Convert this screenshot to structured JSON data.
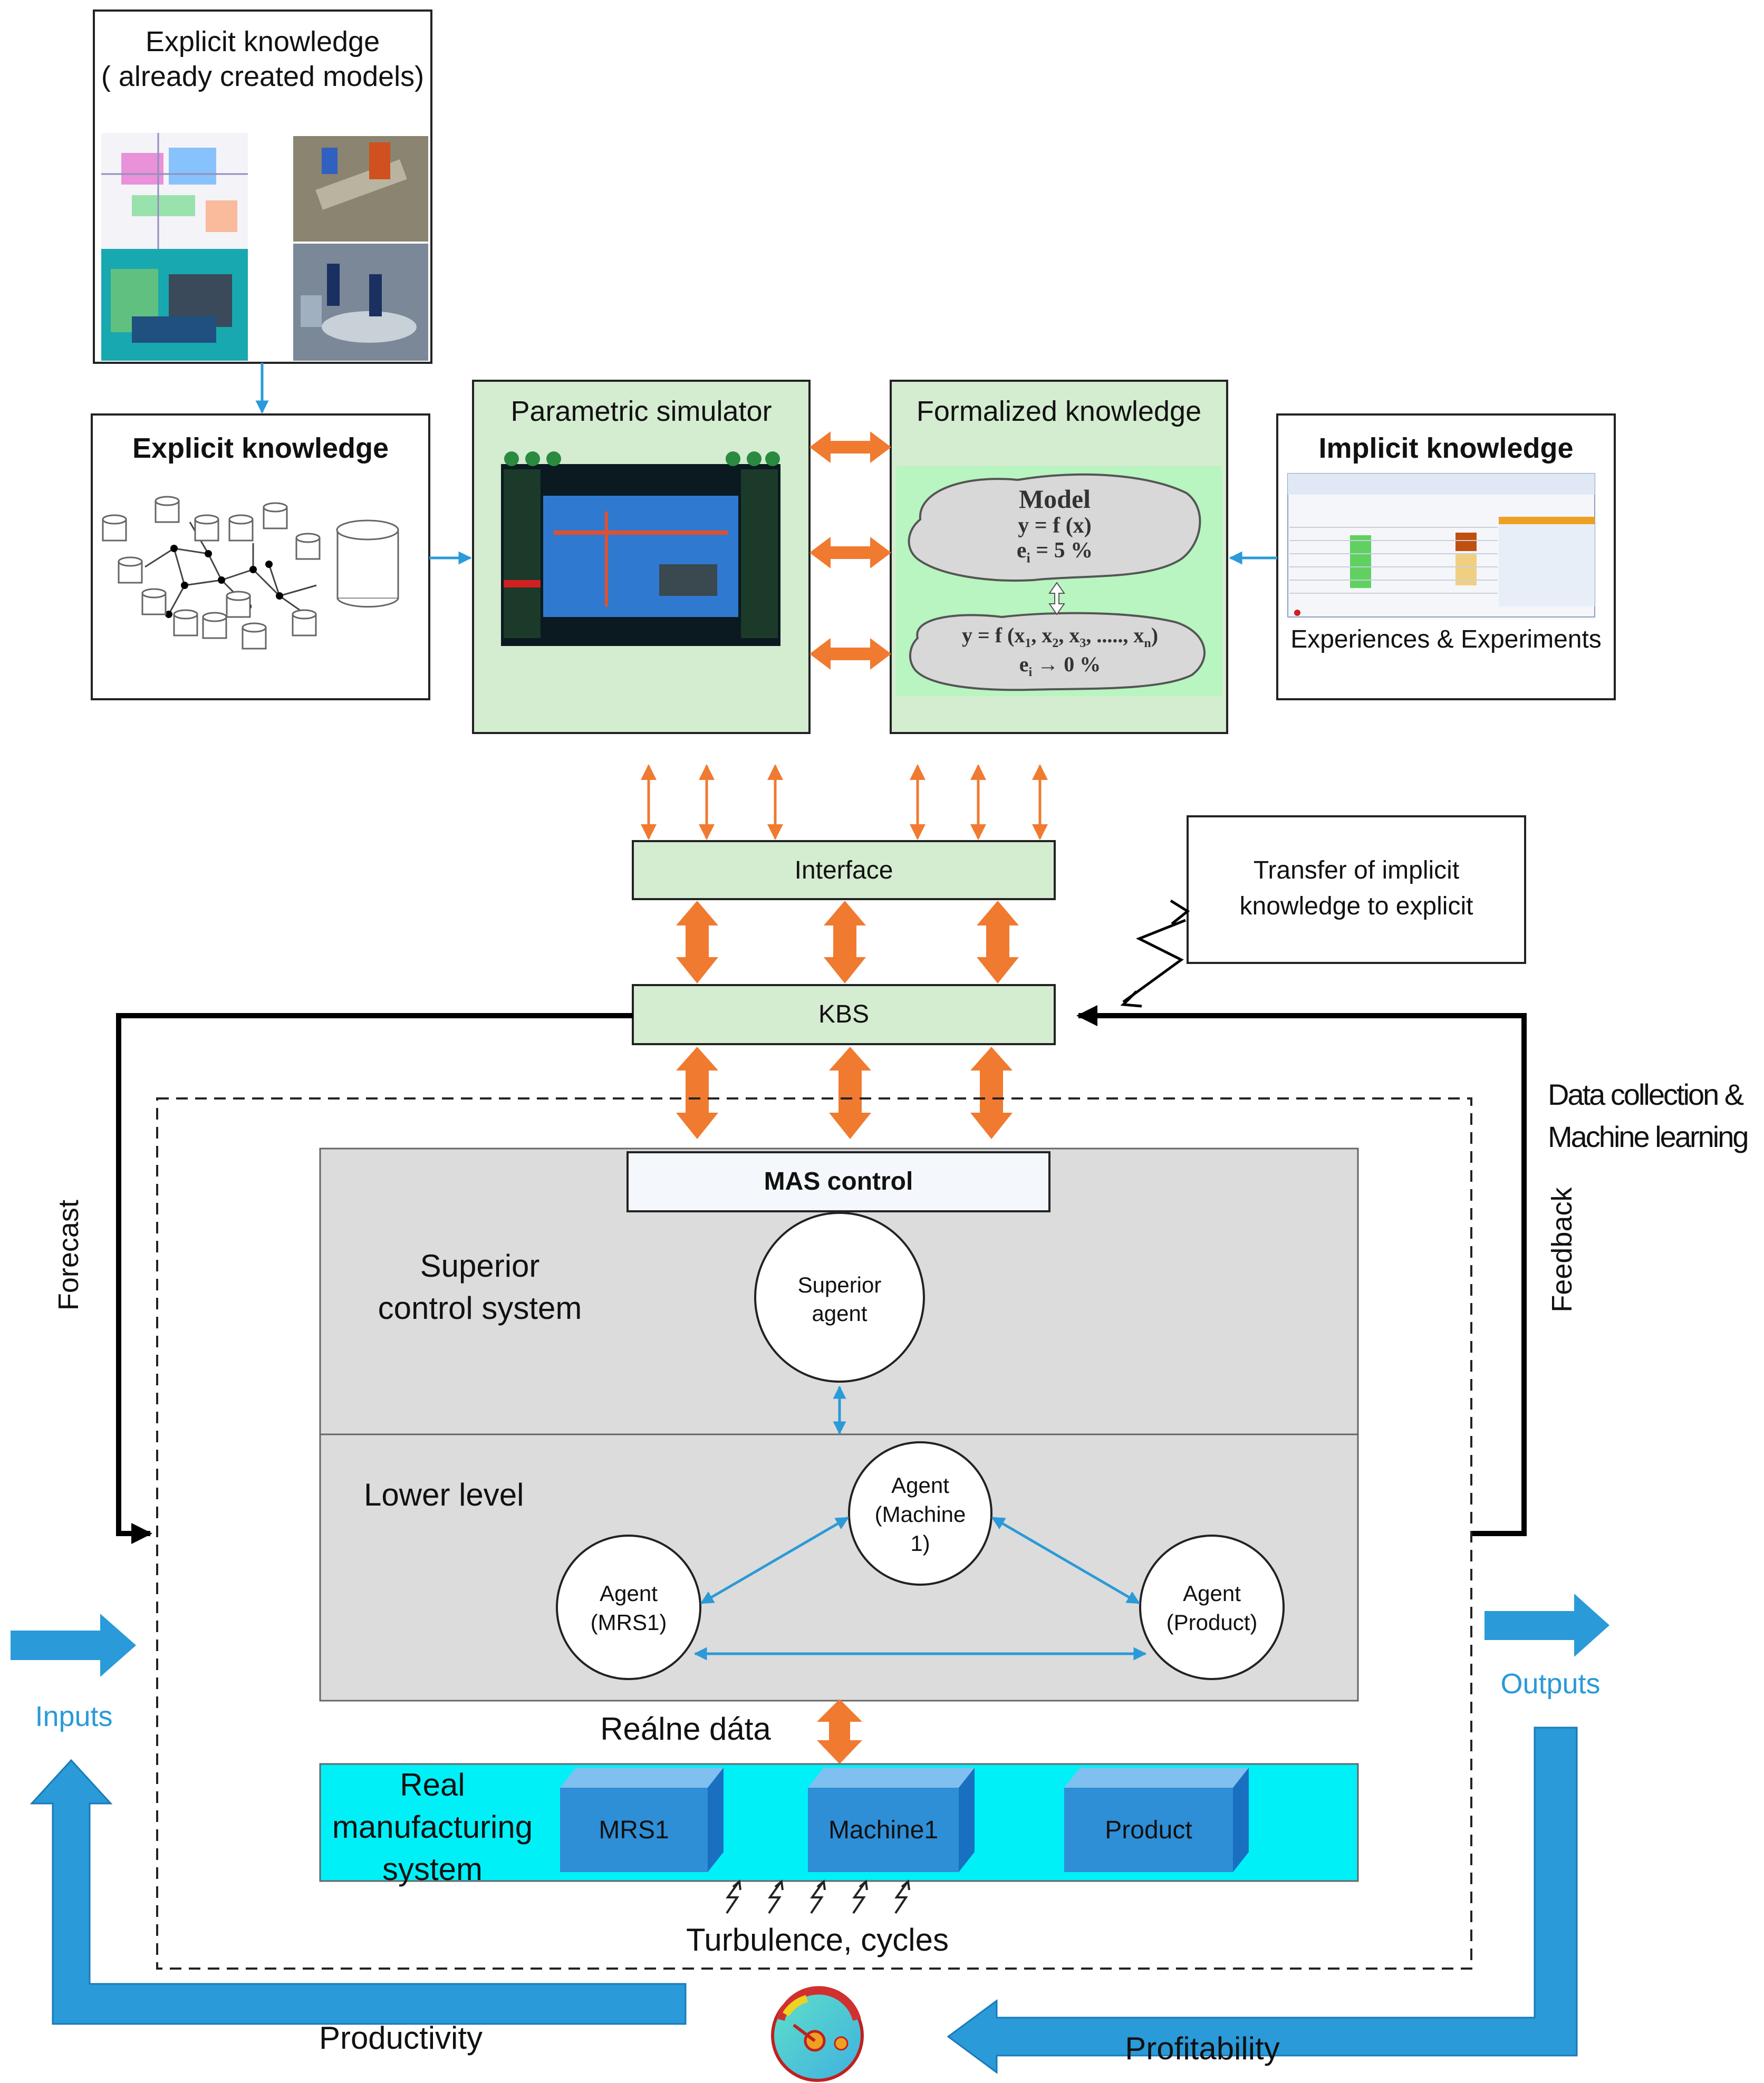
{
  "explicit_models": {
    "title_line1": "Explicit knowledge",
    "title_line2": "( already created models)"
  },
  "explicit_knowledge": {
    "title": "Explicit knowledge"
  },
  "parametric_simulator": {
    "title": "Parametric simulator"
  },
  "formalized_knowledge": {
    "title": "Formalized knowledge",
    "cloud1_line1": "Model",
    "cloud1_line2": "y = f (x)",
    "cloud1_line3": "e",
    "cloud1_sub": "i",
    "cloud1_tail": " = 5 %",
    "cloud2_line1": "y = f (x",
    "cloud2_sub1": "1",
    "cloud2_mid1": ", x",
    "cloud2_sub2": "2",
    "cloud2_mid2": ", x",
    "cloud2_sub3": "3",
    "cloud2_mid3": ", ....., x",
    "cloud2_sub4": "n",
    "cloud2_end": ")",
    "cloud2_line2": "e",
    "cloud2_line2_sub": "i",
    "cloud2_line2_tail": " → 0 %"
  },
  "implicit_knowledge": {
    "title": "Implicit knowledge",
    "caption": "Experiences & Experiments"
  },
  "interface": {
    "label": "Interface"
  },
  "kbs": {
    "label": "KBS"
  },
  "transfer": {
    "line1": "Transfer of implicit",
    "line2": "knowledge to explicit"
  },
  "data_collection": {
    "line1": "Data collection &",
    "line2": "Machine learning"
  },
  "forecast": "Forecast",
  "feedback": "Feedback",
  "mas_control": "MAS control",
  "superior_control": {
    "line1": "Superior",
    "line2": "control system"
  },
  "superior_agent": {
    "line1": "Superior",
    "line2": "agent"
  },
  "lower_level": "Lower level",
  "agent_machine": {
    "line1": "Agent",
    "line2": "(Machine",
    "line3": "1)"
  },
  "agent_mrs": {
    "line1": "Agent",
    "line2": "(MRS1)"
  },
  "agent_product": {
    "line1": "Agent",
    "line2": "(Product)"
  },
  "realne_data": "Reálne dáta",
  "real_system": {
    "line1": "Real",
    "line2": "manufacturing",
    "line3": "system"
  },
  "blocks": {
    "mrs1": "MRS1",
    "machine1": "Machine1",
    "product": "Product"
  },
  "turbulence": "Turbulence, cycles",
  "inputs": "Inputs",
  "outputs": "Outputs",
  "productivity": "Productivity",
  "profitability": "Profitability",
  "colors": {
    "green_fill": "#d4ecd0",
    "gray_fill": "#dcdcdc",
    "cyan_fill": "#00f0f8",
    "block_blue": "#2e8ed6",
    "orange": "#f07a30",
    "blue_arrow": "#2a9ad8"
  }
}
